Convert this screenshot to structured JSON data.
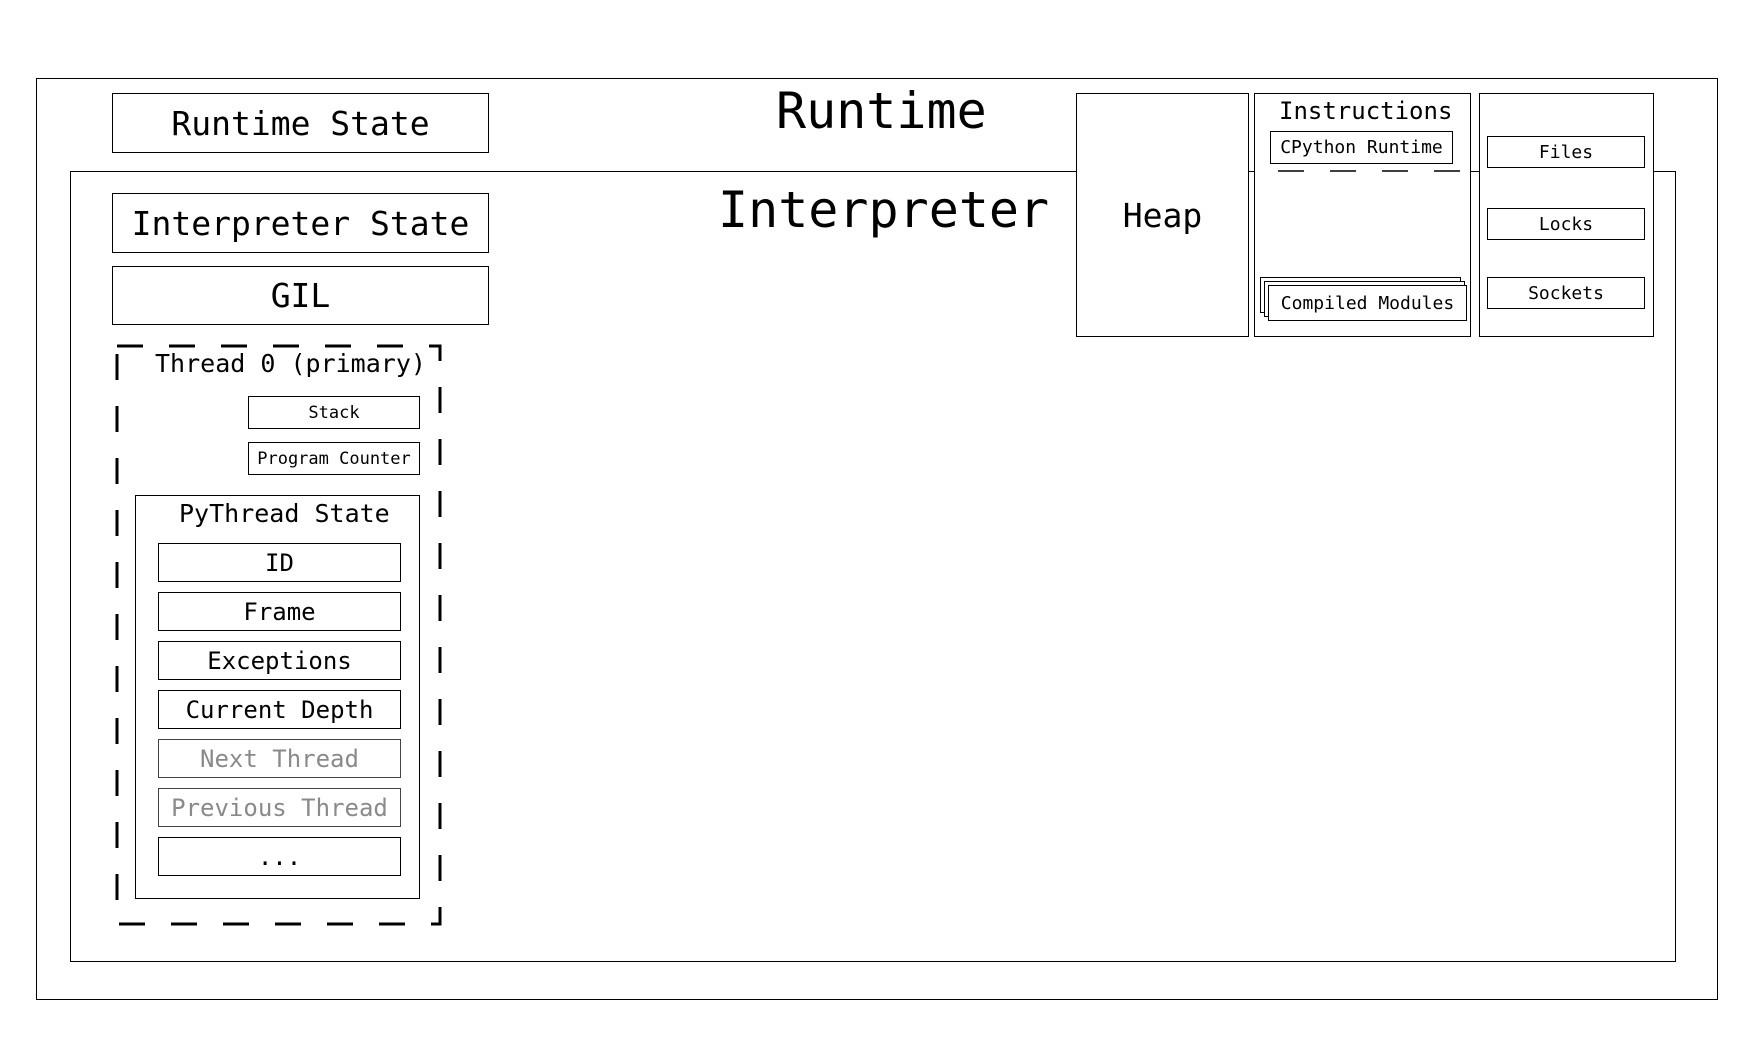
{
  "runtime": {
    "title": "Runtime",
    "state_label": "Runtime State"
  },
  "interpreter": {
    "title": "Interpreter",
    "state_label": "Interpreter State",
    "gil_label": "GIL"
  },
  "thread": {
    "title": "Thread 0 (primary)",
    "stack_label": "Stack",
    "program_counter_label": "Program Counter",
    "pythread_state": {
      "title": "PyThread State",
      "fields": [
        "ID",
        "Frame",
        "Exceptions",
        "Current Depth",
        "Next Thread",
        "Previous Thread",
        "..."
      ]
    }
  },
  "memory": {
    "heap_label": "Heap",
    "instructions": {
      "title": "Instructions",
      "runtime_label": "CPython Runtime",
      "modules_label": "Compiled Modules"
    },
    "resources": [
      "Files",
      "Locks",
      "Sockets"
    ]
  }
}
